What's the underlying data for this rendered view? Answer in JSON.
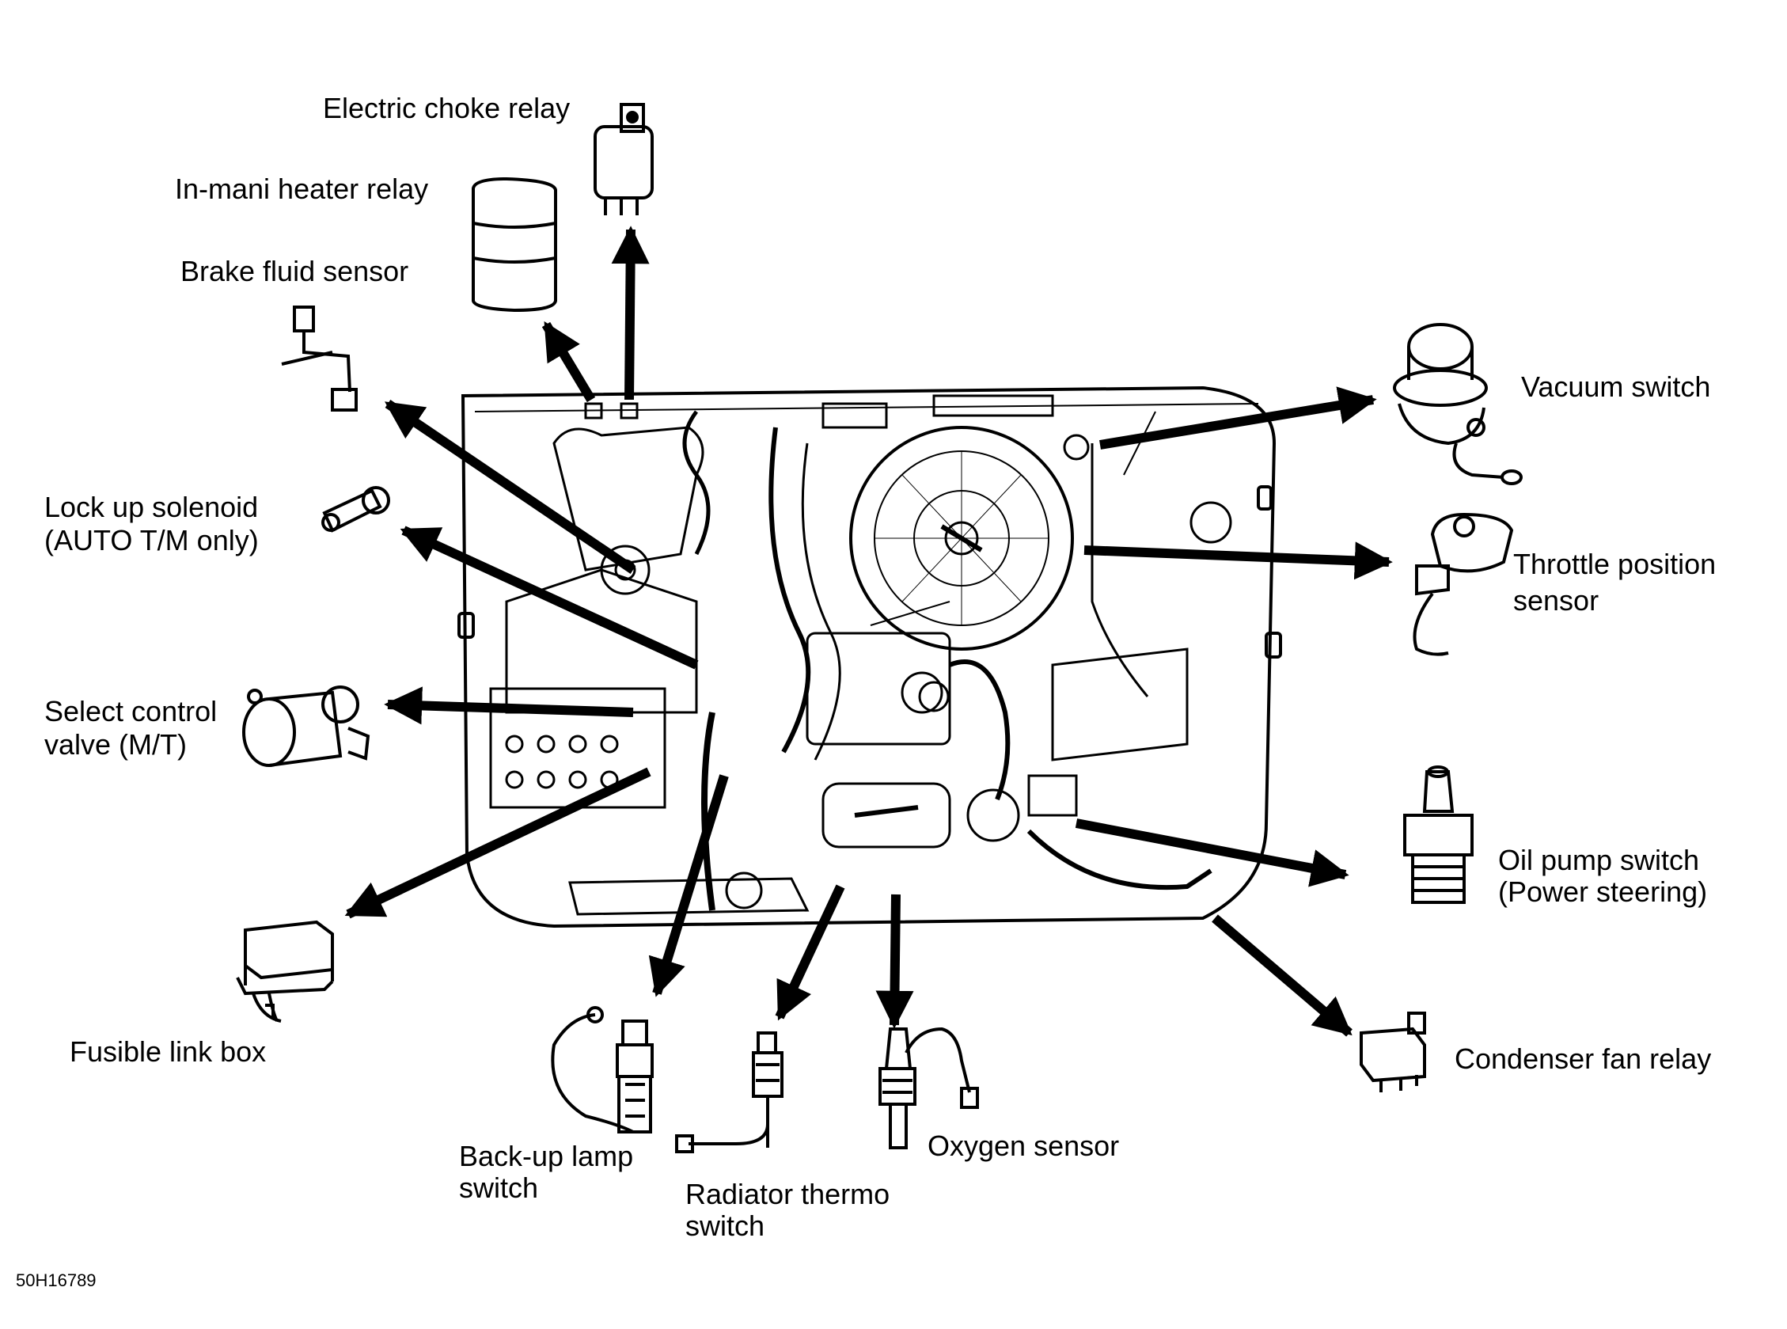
{
  "labels": {
    "electric_choke_relay": "Electric choke relay",
    "in_mani_heater_relay": "In-mani heater relay",
    "brake_fluid_sensor": "Brake fluid sensor",
    "lock_up_solenoid_1": "Lock up solenoid",
    "lock_up_solenoid_2": "(AUTO T/M only)",
    "select_control_valve_1": "Select control",
    "select_control_valve_2": "valve (M/T)",
    "fusible_link_box": "Fusible link box",
    "back_up_lamp_switch_1": "Back-up lamp",
    "back_up_lamp_switch_2": "switch",
    "radiator_thermo_switch_1": "Radiator thermo",
    "radiator_thermo_switch_2": "switch",
    "oxygen_sensor": "Oxygen sensor",
    "condenser_fan_relay": "Condenser fan relay",
    "oil_pump_switch_1": "Oil pump switch",
    "oil_pump_switch_2": "(Power steering)",
    "throttle_position_sensor_1": "Throttle position",
    "throttle_position_sensor_2": "sensor",
    "vacuum_switch": "Vacuum switch"
  },
  "figure_code": "50H16789",
  "colors": {
    "ink": "#000000",
    "paper": "#ffffff"
  }
}
